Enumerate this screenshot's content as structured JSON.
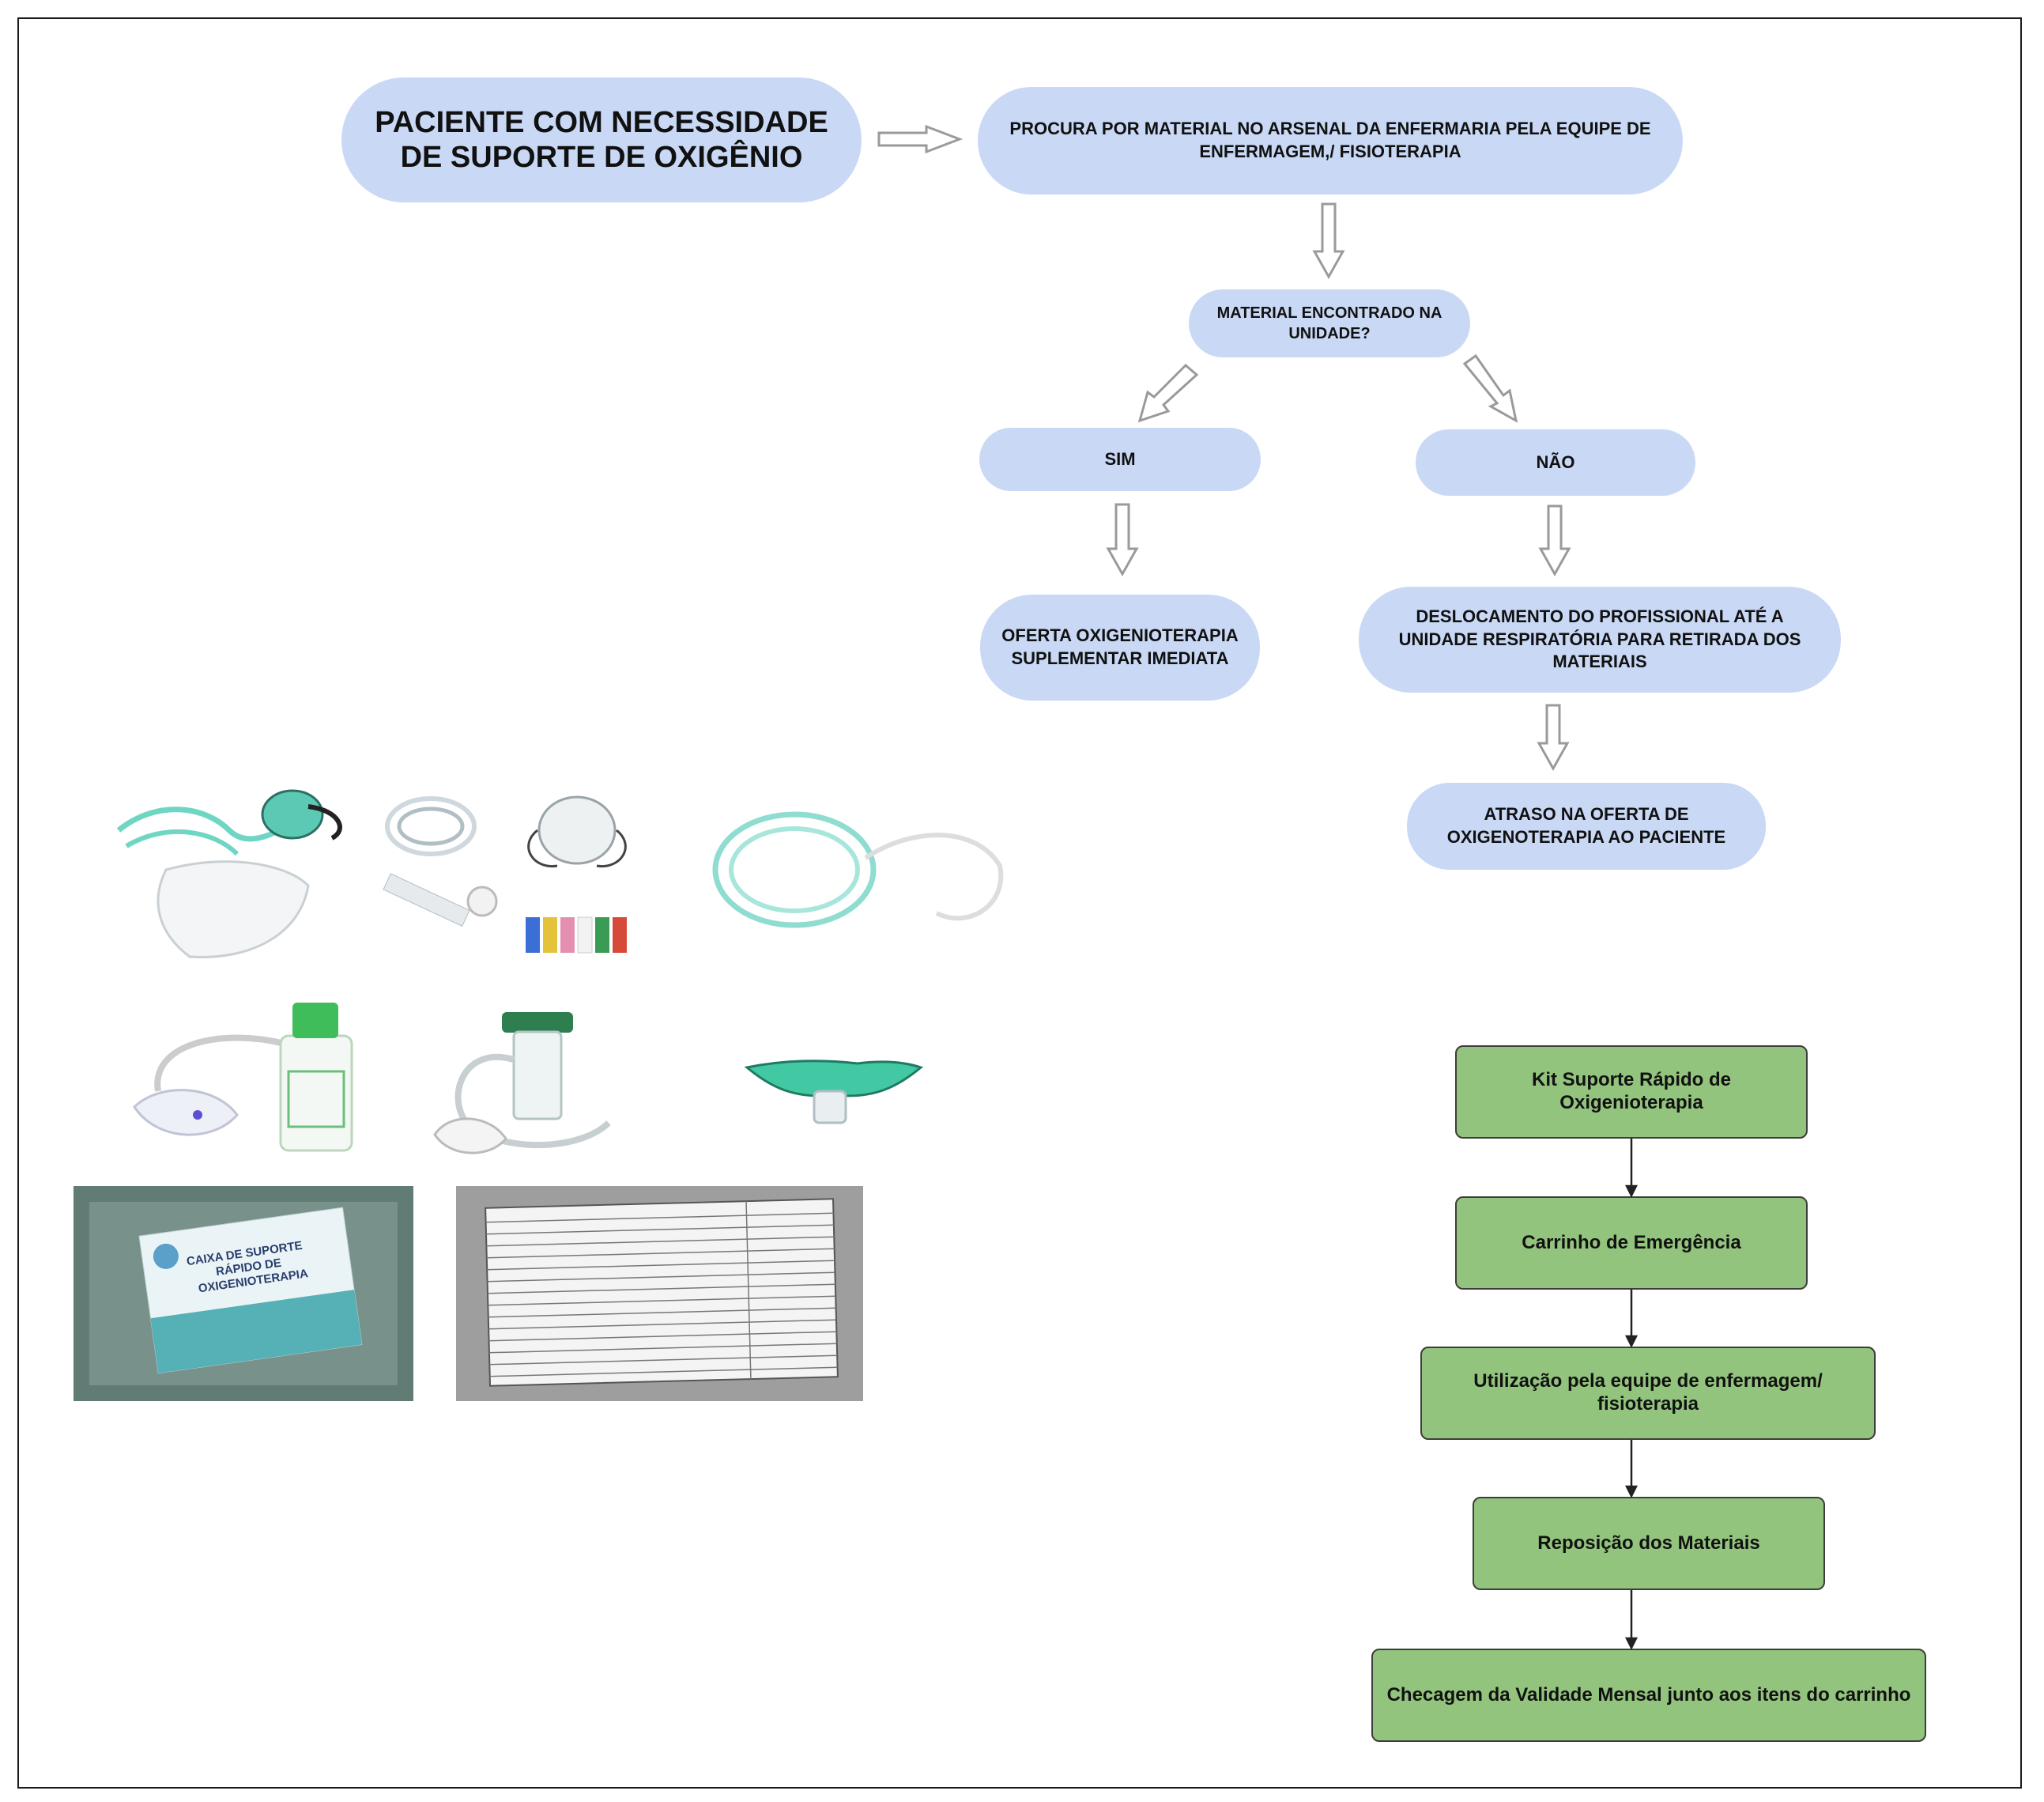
{
  "flow_top": {
    "start": "PACIENTE COM NECESSIDADE DE SUPORTE DE OXIGÊNIO",
    "search": "PROCURA POR MATERIAL NO ARSENAL DA ENFERMARIA PELA EQUIPE DE ENFERMAGEM,/ FISIOTERAPIA",
    "decision": "MATERIAL ENCONTRADO NA UNIDADE?",
    "yes": "SIM",
    "no": "NÃO",
    "offer": "OFERTA OXIGENIOTERAPIA SUPLEMENTAR IMEDIATA",
    "displacement": "DESLOCAMENTO DO PROFISSIONAL ATÉ A UNIDADE RESPIRATÓRIA PARA RETIRADA DOS MATERIAIS",
    "delay": "ATRASO NA OFERTA DE OXIGENOTERAPIA AO PACIENTE"
  },
  "flow_kit": {
    "kit": "Kit Suporte Rápido de Oxigenioterapia",
    "cart": "Carrinho de Emergência",
    "use": "Utilização pela equipe de enfermagem/ fisioterapia",
    "restock": "Reposição dos Materiais",
    "check": "Checagem da Validade Mensal junto aos itens do carrinho"
  },
  "colors": {
    "blue_node": "#c9d9f5",
    "green_node": "#93c47d",
    "arrow_outline": "#9a9a9a",
    "tube": "#6fd6c4"
  },
  "photos": {
    "box_label_text": [
      "CAIXA DE SUPORTE",
      "RÁPIDO DE",
      "OXIGENIOTERAPIA"
    ]
  }
}
